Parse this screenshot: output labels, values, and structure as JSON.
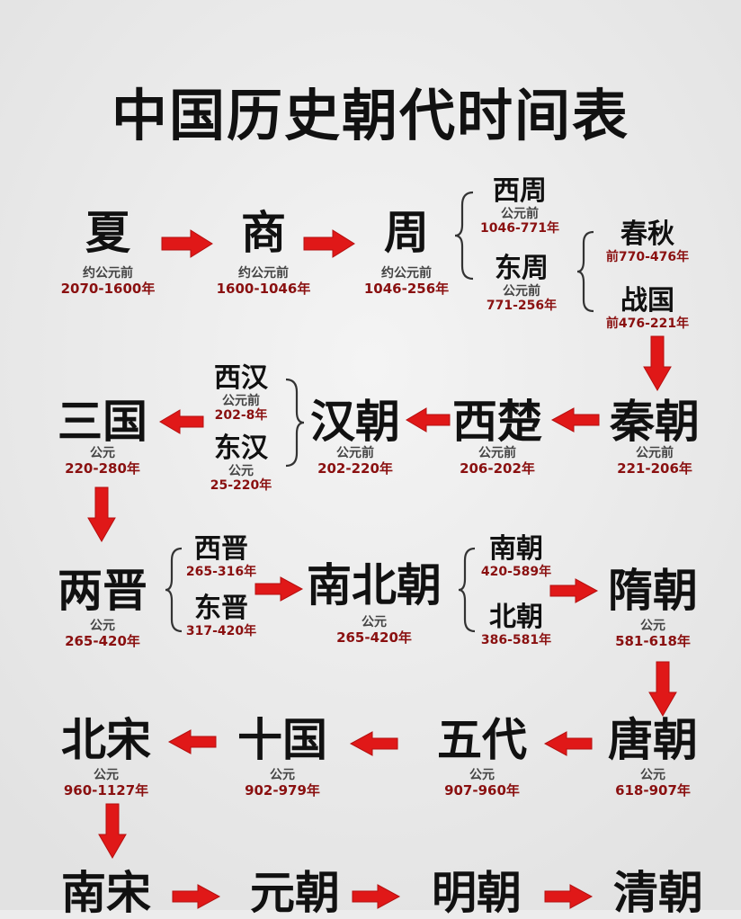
{
  "title": "中国历史朝代时间表",
  "colors": {
    "arrow": "#e01818",
    "date": "#8a1010",
    "text": "#111111"
  },
  "nodes": {
    "xia": {
      "name": "夏",
      "label": "约公元前",
      "date": "2070-1600年"
    },
    "shang": {
      "name": "商",
      "label": "约公元前",
      "date": "1600-1046年"
    },
    "zhou": {
      "name": "周",
      "label": "约公元前",
      "date": "1046-256年"
    },
    "xizhou": {
      "name": "西周",
      "label": "公元前",
      "date": "1046-771年"
    },
    "dongzhou": {
      "name": "东周",
      "label": "公元前",
      "date": "771-256年"
    },
    "chunqiu": {
      "name": "春秋",
      "date": "前770-476年"
    },
    "zhanguo": {
      "name": "战国",
      "date": "前476-221年"
    },
    "qin": {
      "name": "秦朝",
      "label": "公元前",
      "date": "221-206年"
    },
    "xichu": {
      "name": "西楚",
      "label": "公元前",
      "date": "206-202年"
    },
    "han": {
      "name": "汉朝",
      "label": "公元前",
      "date": "202-220年"
    },
    "xihan": {
      "name": "西汉",
      "label": "公元前",
      "date": "202-8年"
    },
    "donghan": {
      "name": "东汉",
      "label": "公元",
      "date": "25-220年"
    },
    "sanguo": {
      "name": "三国",
      "label": "公元",
      "date": "220-280年"
    },
    "liangjin": {
      "name": "两晋",
      "label": "公元",
      "date": "265-420年"
    },
    "xijin": {
      "name": "西晋",
      "date": "265-316年"
    },
    "dongjin": {
      "name": "东晋",
      "date": "317-420年"
    },
    "nanbeichao": {
      "name": "南北朝",
      "label": "公元",
      "date": "265-420年"
    },
    "nanchao": {
      "name": "南朝",
      "date": "420-589年"
    },
    "beichao": {
      "name": "北朝",
      "date": "386-581年"
    },
    "sui": {
      "name": "隋朝",
      "label": "公元",
      "date": "581-618年"
    },
    "tang": {
      "name": "唐朝",
      "label": "公元",
      "date": "618-907年"
    },
    "wudai": {
      "name": "五代",
      "label": "公元",
      "date": "907-960年"
    },
    "shiguo": {
      "name": "十国",
      "label": "公元",
      "date": "902-979年"
    },
    "beisong": {
      "name": "北宋",
      "label": "公元",
      "date": "960-1127年"
    },
    "nansong": {
      "name": "南宋"
    },
    "yuan": {
      "name": "元朝"
    },
    "ming": {
      "name": "明朝"
    },
    "qing": {
      "name": "清朝"
    }
  }
}
